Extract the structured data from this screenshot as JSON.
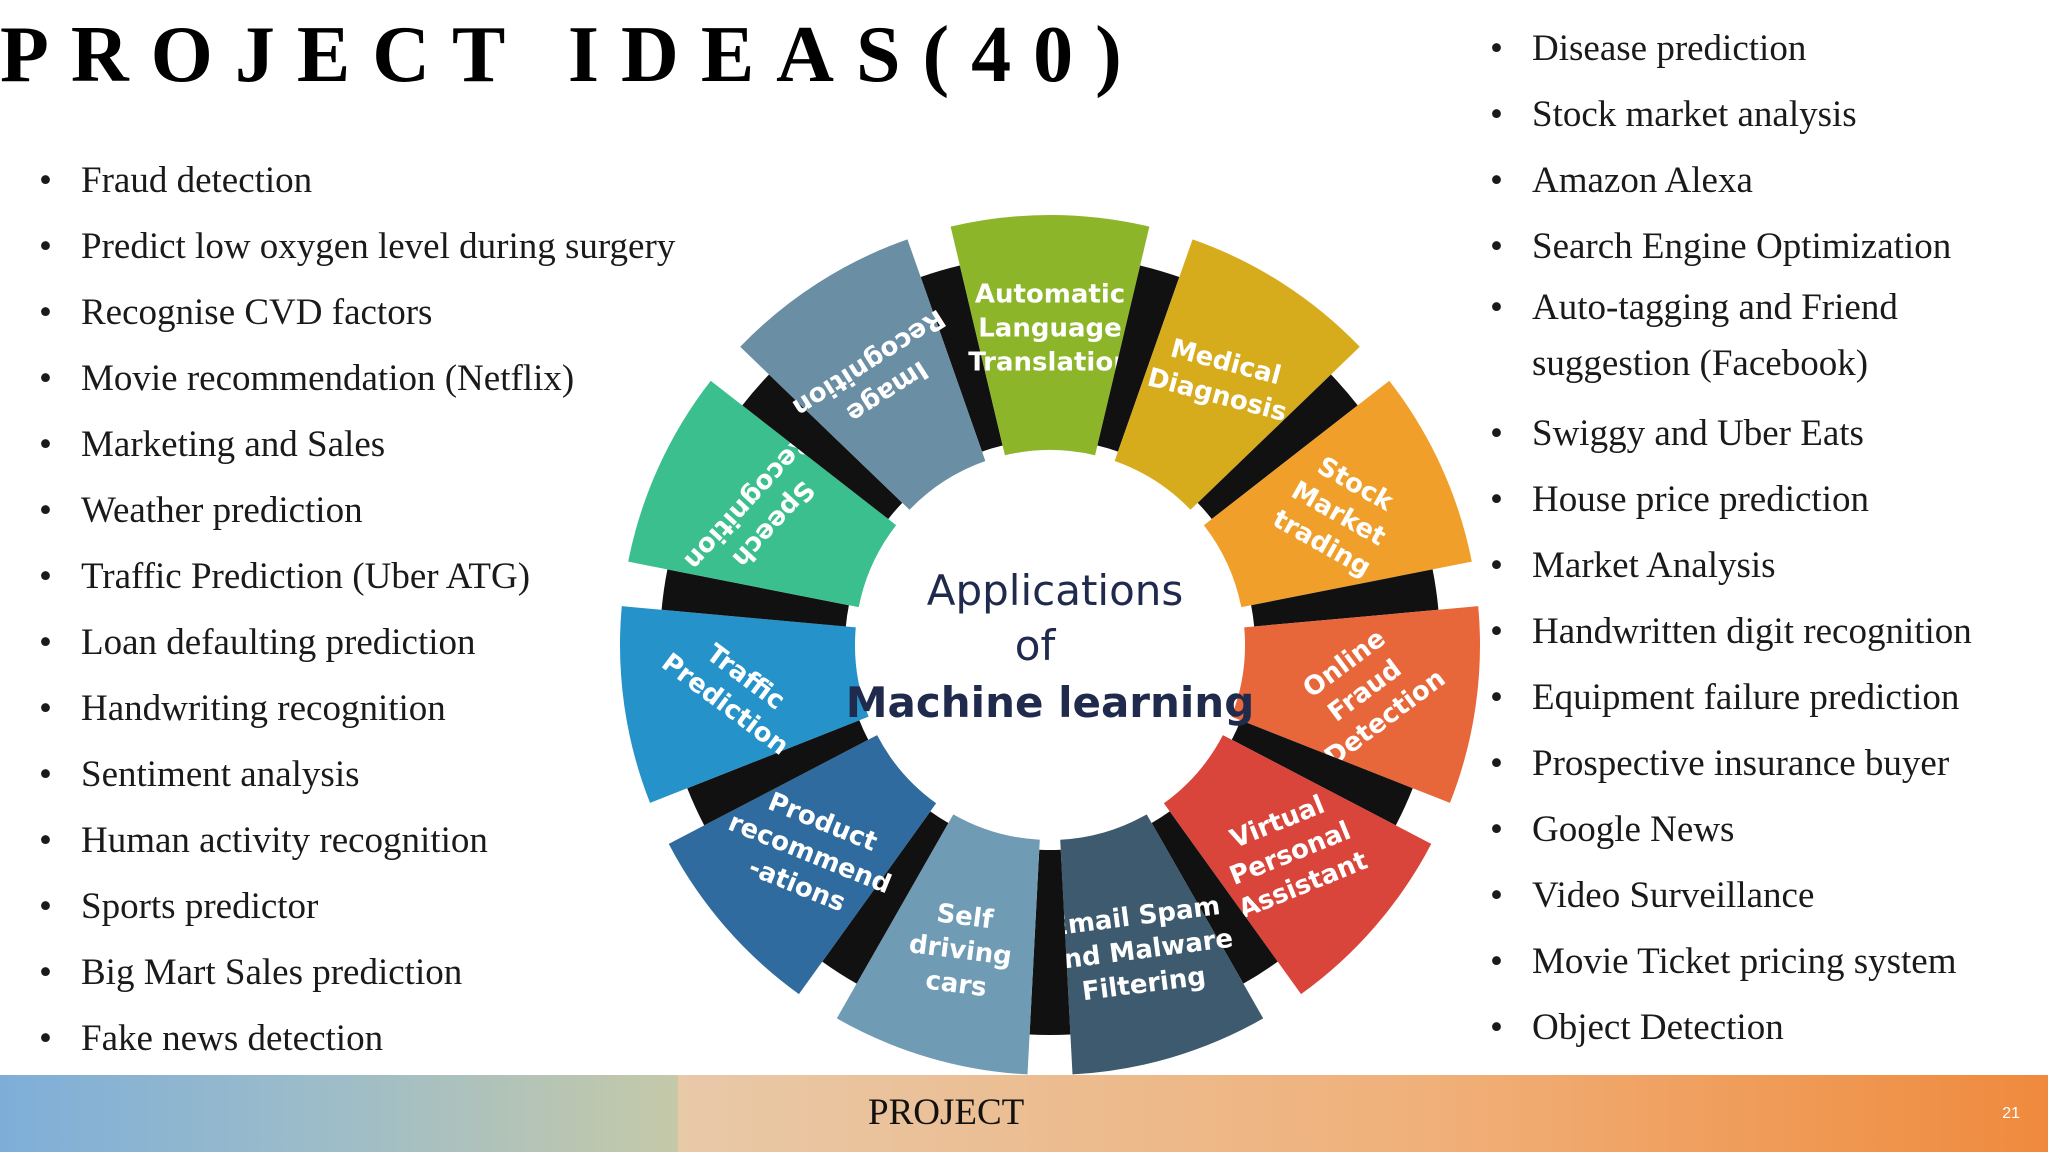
{
  "slide": {
    "title": "PROJECT IDEAS(40)",
    "footer_label": "PROJECT",
    "page_number": "21"
  },
  "left_list": [
    "Fraud detection",
    "Predict low oxygen level during surgery",
    "Recognise CVD factors",
    "Movie recommendation (Netflix)",
    "Marketing and Sales",
    "Weather prediction",
    "Traffic Prediction (Uber ATG)",
    "Loan defaulting prediction",
    "Handwriting recognition",
    "Sentiment analysis",
    "Human activity recognition",
    "Sports predictor",
    "Big Mart Sales prediction",
    "Fake news detection"
  ],
  "right_list": [
    "Disease prediction",
    "Stock market analysis",
    "Amazon Alexa",
    "Search Engine Optimization",
    "Auto-tagging and Friend suggestion (Facebook)",
    "Swiggy and Uber Eats",
    "House price prediction",
    "Market Analysis",
    "Handwritten digit recognition",
    "Equipment failure prediction",
    "Prospective insurance buyer",
    "Google News",
    "Video Surveillance",
    "Movie Ticket pricing system",
    "Object Detection"
  ],
  "wheel": {
    "center_line1": "Applications",
    "center_line2": "of",
    "center_line3": "Machine learning",
    "segments": [
      {
        "lines": [
          "Automatic",
          "Language",
          "Translation"
        ],
        "color": "#8db52a"
      },
      {
        "lines": [
          "Medical",
          "Diagnosis"
        ],
        "color": "#d6ac1c"
      },
      {
        "lines": [
          "Stock",
          "Market",
          "trading"
        ],
        "color": "#f0a02a"
      },
      {
        "lines": [
          "Online",
          "Fraud",
          "Detection"
        ],
        "color": "#e8673a"
      },
      {
        "lines": [
          "Virtual",
          "Personal",
          "Assistant"
        ],
        "color": "#d9453a"
      },
      {
        "lines": [
          "Email Spam",
          "and Malware",
          "Filtering"
        ],
        "color": "#3d5a6e"
      },
      {
        "lines": [
          "Self",
          "driving",
          "cars"
        ],
        "color": "#6f9bb4"
      },
      {
        "lines": [
          "Product",
          "recommend",
          "-ations"
        ],
        "color": "#2f6b9e"
      },
      {
        "lines": [
          "Traffic",
          "Prediction"
        ],
        "color": "#2592c9"
      },
      {
        "lines": [
          "Speech",
          "Recognition"
        ],
        "color": "#3cbf8f"
      },
      {
        "lines": [
          "Image",
          "Recognition"
        ],
        "color": "#6a8ea4"
      }
    ]
  }
}
